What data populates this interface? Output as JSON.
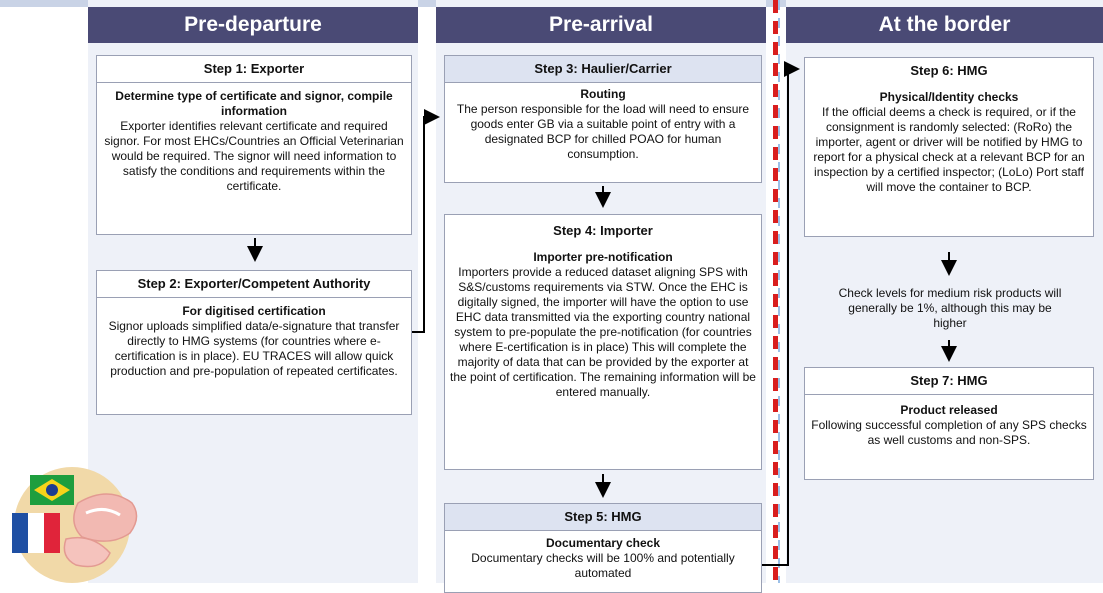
{
  "colors": {
    "header": "#4a4a75",
    "column_bg": "#eef1f8",
    "border_line": "#d91e1e",
    "arrow": "#000000"
  },
  "columns": {
    "pre_departure": "Pre-departure",
    "pre_arrival": "Pre-arrival",
    "at_border": "At the border"
  },
  "steps": {
    "s1": {
      "title": "Step 1: Exporter",
      "subtitle": "Determine type of certificate and signor, compile information",
      "body": "Exporter identifies relevant certificate and required signor. For most EHCs/Countries an Official Veterinarian would be required. The signor will need information to satisfy the conditions and requirements within the certificate."
    },
    "s2": {
      "title": "Step 2: Exporter/Competent Authority",
      "subtitle": "For digitised certification",
      "body": "Signor uploads simplified data/e-signature that transfer directly to HMG systems (for countries where e-certification is in place). EU TRACES will allow quick production and pre-population of repeated certificates."
    },
    "s3": {
      "title": "Step 3: Haulier/Carrier",
      "subtitle": "Routing",
      "body": "The person responsible for the load will need to ensure goods enter GB via a suitable point of entry with a designated BCP for chilled POAO for human consumption."
    },
    "s4": {
      "title": "Step 4: Importer",
      "subtitle": "Importer pre-notification",
      "body": "Importers provide a reduced dataset aligning SPS with S&S/customs requirements via STW. Once the EHC is digitally signed, the importer will have the option to use EHC data transmitted via the exporting country national system to pre-populate the pre-notification (for countries where E-certification is in place) This will complete the majority of data that can be provided by the exporter at the point of certification. The remaining information will be entered manually."
    },
    "s5": {
      "title": "Step 5: HMG",
      "subtitle": "Documentary check",
      "body": "Documentary checks will be 100% and potentially automated"
    },
    "s6": {
      "title": "Step 6: HMG",
      "subtitle": "Physical/Identity checks",
      "body": "If the official deems a check is required, or if the consignment is randomly selected: (RoRo) the importer, agent or driver will be notified by HMG to report for a physical check at a relevant BCP for an inspection by a certified inspector; (LoLo) Port staff will move the container to BCP."
    },
    "s7": {
      "title": "Step 7: HMG",
      "subtitle": "Product released",
      "body": "Following successful completion of any SPS checks as well customs and non-SPS."
    }
  },
  "note": "Check levels for medium risk products will generally be 1%, although this may be higher",
  "icons": {
    "flags": "brazil-france-flags-icon",
    "meat": "meat-icon"
  }
}
